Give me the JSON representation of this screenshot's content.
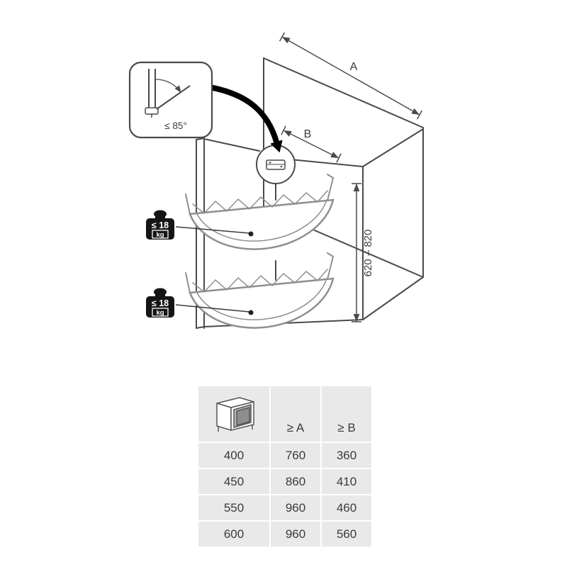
{
  "diagram": {
    "dim_a": "A",
    "dim_b": "B",
    "height_range": "620 – 820",
    "detail_angle": "≤ 85°",
    "load_limit": "≤ 18",
    "load_unit": "kg"
  },
  "table": {
    "headers": {
      "a": "≥ A",
      "b": "≥ B"
    },
    "rows": [
      {
        "size": "400",
        "a": "760",
        "b": "360"
      },
      {
        "size": "450",
        "a": "860",
        "b": "410"
      },
      {
        "size": "550",
        "a": "960",
        "b": "460"
      },
      {
        "size": "600",
        "a": "960",
        "b": "560"
      }
    ]
  },
  "colors": {
    "line": "#4a4a4a",
    "shelf_line": "#8f8f8f",
    "table_cell": "#e9e9e9",
    "text": "#3a3a3a",
    "accent_black": "#000000"
  }
}
